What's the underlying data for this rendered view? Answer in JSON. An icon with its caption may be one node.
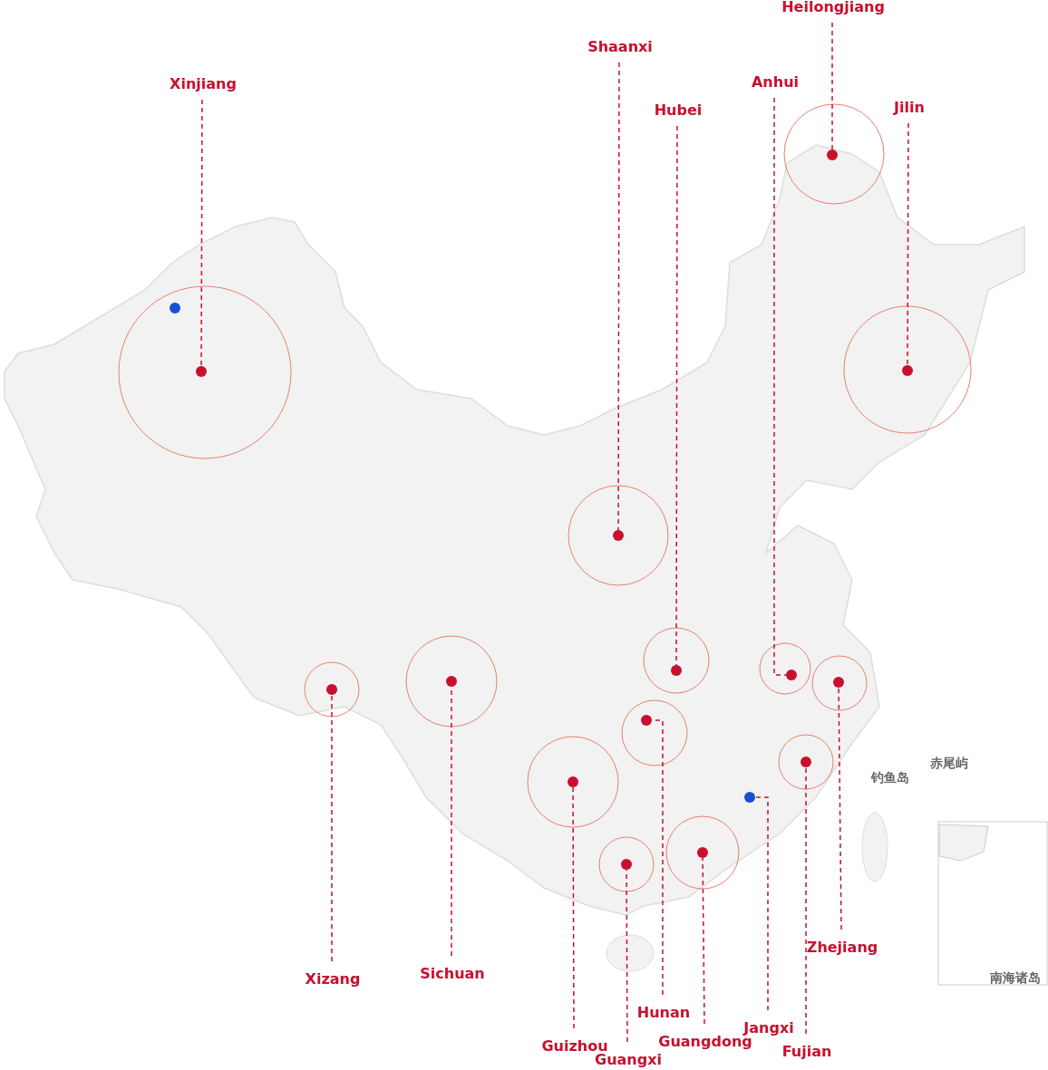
{
  "diagram": {
    "nodes": [
      {
        "text": [
          "Heilongjiang"
        ]
      },
      {
        "text": [],
        "shape": "circle"
      },
      {
        "text": [
          "Shaanxi"
        ]
      },
      {
        "text": [],
        "shape": "circle"
      },
      {
        "text": [
          "Xinjiang"
        ]
      },
      {
        "text": [],
        "shape": "circle"
      },
      {
        "text": [
          "Anhui"
        ]
      },
      {
        "text": [],
        "shape": "circle"
      },
      {
        "text": [
          "Jilin"
        ]
      },
      {
        "text": [],
        "shape": "circle"
      },
      {
        "text": [
          "Hubei"
        ]
      },
      {
        "text": [],
        "shape": "circle"
      },
      {
        "text": [
          "Zhejiang"
        ]
      },
      {
        "text": [],
        "shape": "circle"
      },
      {
        "text": [
          "Sichuan"
        ]
      },
      {
        "text": [],
        "shape": "circle"
      },
      {
        "text": [
          "Xizang"
        ]
      },
      {
        "text": [],
        "shape": "circle"
      },
      {
        "text": [
          "Hunan"
        ]
      },
      {
        "text": [],
        "shape": "circle"
      },
      {
        "text": [
          "Jangxi"
        ]
      },
      {
        "text": [],
        "shape": "circle"
      },
      {
        "text": [
          "Guangdong"
        ]
      },
      {
        "text": [],
        "shape": "circle"
      },
      {
        "text": [
          "Guizhou"
        ]
      },
      {
        "text": [],
        "shape": "circle"
      },
      {
        "text": [
          "Fujian"
        ]
      },
      {
        "text": [],
        "shape": "circle"
      },
      {
        "text": [
          "Guangxi"
        ]
      },
      {
        "text": [],
        "shape": "circle"
      }
    ],
    "edges": [
      {
        "from": 0,
        "to": 1,
        "arrow": "none",
        "style": "dashed"
      },
      {
        "from": 2,
        "to": 3,
        "arrow": "none",
        "style": "dashed"
      },
      {
        "from": 4,
        "to": 5,
        "arrow": "none",
        "style": "dashed"
      },
      {
        "from": 6,
        "to": 7,
        "arrow": "none",
        "style": "dashed"
      },
      {
        "from": 8,
        "to": 9,
        "arrow": "none",
        "style": "dashed"
      },
      {
        "from": 10,
        "to": 11,
        "arrow": "none",
        "style": "dashed"
      },
      {
        "from": 12,
        "to": 13,
        "arrow": "none",
        "style": "dashed"
      },
      {
        "from": 14,
        "to": 15,
        "arrow": "none",
        "style": "dashed"
      },
      {
        "from": 16,
        "to": 17,
        "arrow": "none",
        "style": "dashed"
      },
      {
        "from": 18,
        "to": 19,
        "arrow": "none",
        "style": "dashed"
      },
      {
        "from": 20,
        "to": 21,
        "arrow": "none",
        "style": "dashed"
      },
      {
        "from": 22,
        "to": 23,
        "arrow": "none",
        "style": "dashed"
      },
      {
        "from": 24,
        "to": 25,
        "arrow": "none",
        "style": "dashed"
      },
      {
        "from": 26,
        "to": 27,
        "arrow": "none",
        "style": "dashed"
      },
      {
        "from": 28,
        "to": 29,
        "arrow": "none",
        "style": "dashed"
      }
    ],
    "labels": [
      "钓鱼岛",
      "赤尾屿",
      "南海诸岛"
    ]
  }
}
